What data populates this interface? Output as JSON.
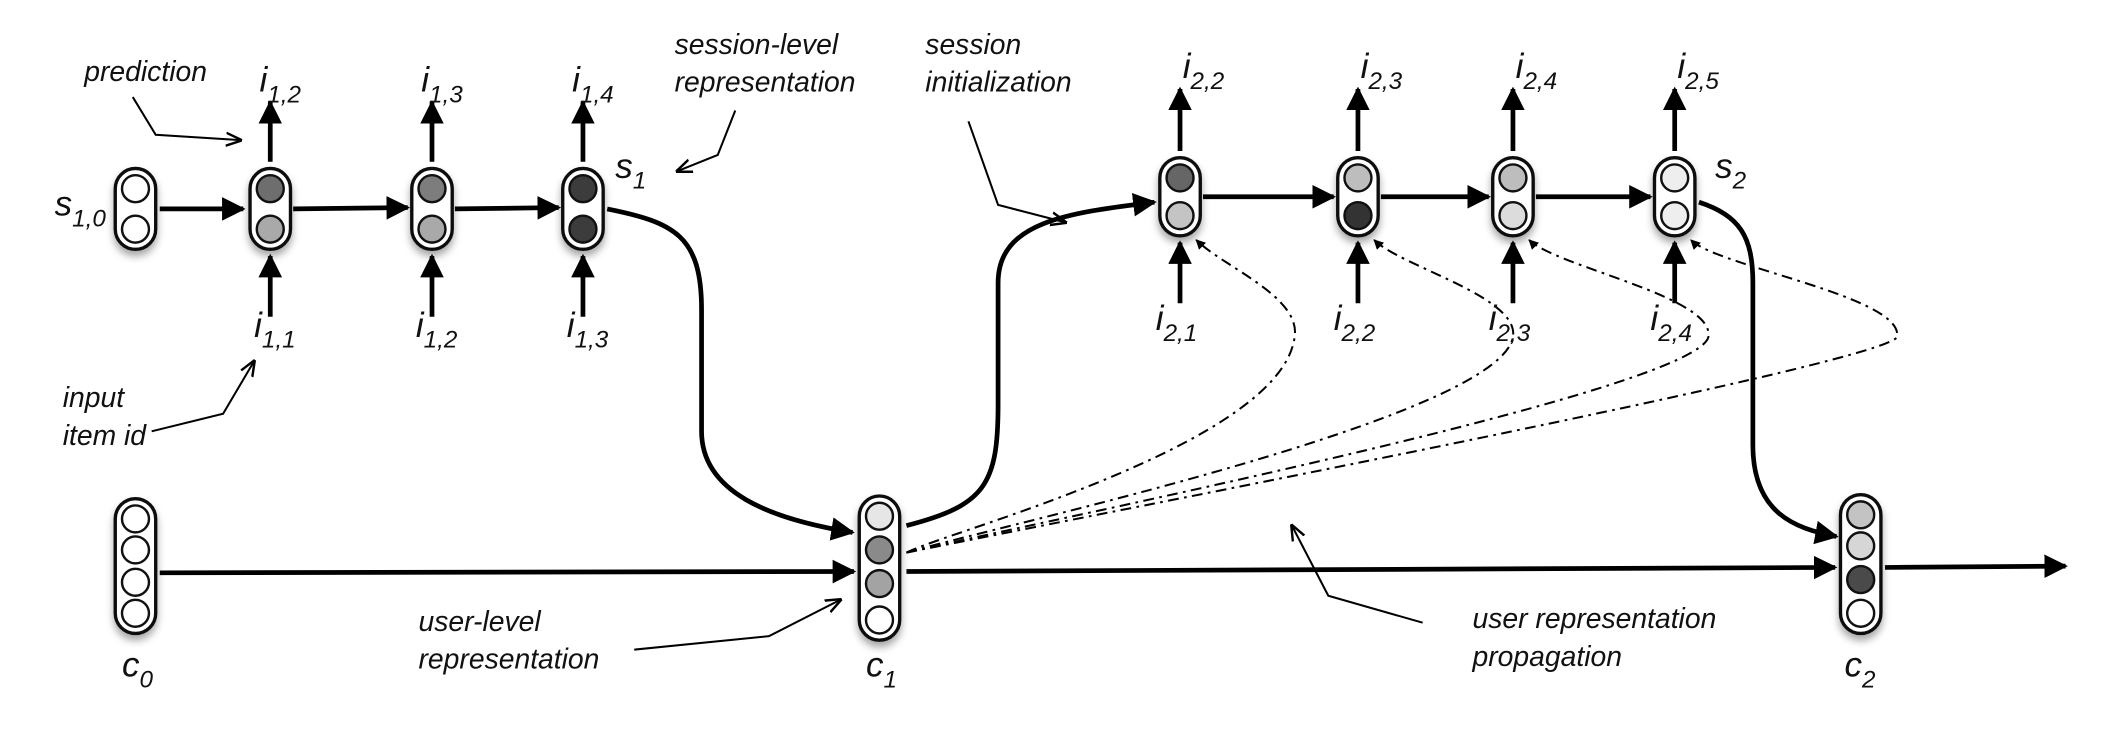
{
  "annotations": {
    "prediction": "prediction",
    "input_item_id_1": "input",
    "input_item_id_2": "item id",
    "session_level_1": "session-level",
    "session_level_2": "representation",
    "session_init_1": "session",
    "session_init_2": "initialization",
    "user_level_1": "user-level",
    "user_level_2": "representation",
    "user_prop_1": "user representation",
    "user_prop_2": "propagation"
  },
  "states": {
    "s10": {
      "sym": "s",
      "sub": "1,0"
    },
    "s1": {
      "sym": "s",
      "sub": "1"
    },
    "s2": {
      "sym": "s",
      "sub": "2"
    },
    "c0": {
      "sym": "c",
      "sub": "0"
    },
    "c1": {
      "sym": "c",
      "sub": "1"
    },
    "c2": {
      "sym": "c",
      "sub": "2"
    }
  },
  "session1": {
    "outputs": [
      {
        "sym": "i",
        "sub": "1,2"
      },
      {
        "sym": "i",
        "sub": "1,3"
      },
      {
        "sym": "i",
        "sub": "1,4"
      }
    ],
    "inputs": [
      {
        "sym": "i",
        "sub": "1,1"
      },
      {
        "sym": "i",
        "sub": "1,2"
      },
      {
        "sym": "i",
        "sub": "1,3"
      }
    ],
    "init_cells": [
      "#ffffff",
      "#ffffff"
    ],
    "cells": [
      [
        "#6e6e6e",
        "#a9a9a9"
      ],
      [
        "#7d7d7d",
        "#a9a9a9"
      ],
      [
        "#3c3c3c",
        "#3c3c3c"
      ]
    ]
  },
  "session2": {
    "outputs": [
      {
        "sym": "i",
        "sub": "2,2"
      },
      {
        "sym": "i",
        "sub": "2,3"
      },
      {
        "sym": "i",
        "sub": "2,4"
      },
      {
        "sym": "i",
        "sub": "2,5"
      }
    ],
    "inputs": [
      {
        "sym": "i",
        "sub": "2,1"
      },
      {
        "sym": "i",
        "sub": "2,2"
      },
      {
        "sym": "i",
        "sub": "2,3"
      },
      {
        "sym": "i",
        "sub": "2,4"
      }
    ],
    "cells": [
      [
        "#666666",
        "#c4c4c4"
      ],
      [
        "#bdbdbd",
        "#333333"
      ],
      [
        "#bdbdbd",
        "#dcdcdc"
      ],
      [
        "#eeeeee",
        "#eeeeee"
      ]
    ]
  },
  "user": {
    "c0_cells": [
      "#ffffff",
      "#ffffff",
      "#ffffff",
      "#ffffff"
    ],
    "c1_cells": [
      "#e6e6e6",
      "#8a8a8a",
      "#a3a3a3",
      "#ffffff"
    ],
    "c2_cells": [
      "#c3c3c3",
      "#d6d6d6",
      "#4a4a4a",
      "#ffffff"
    ]
  }
}
